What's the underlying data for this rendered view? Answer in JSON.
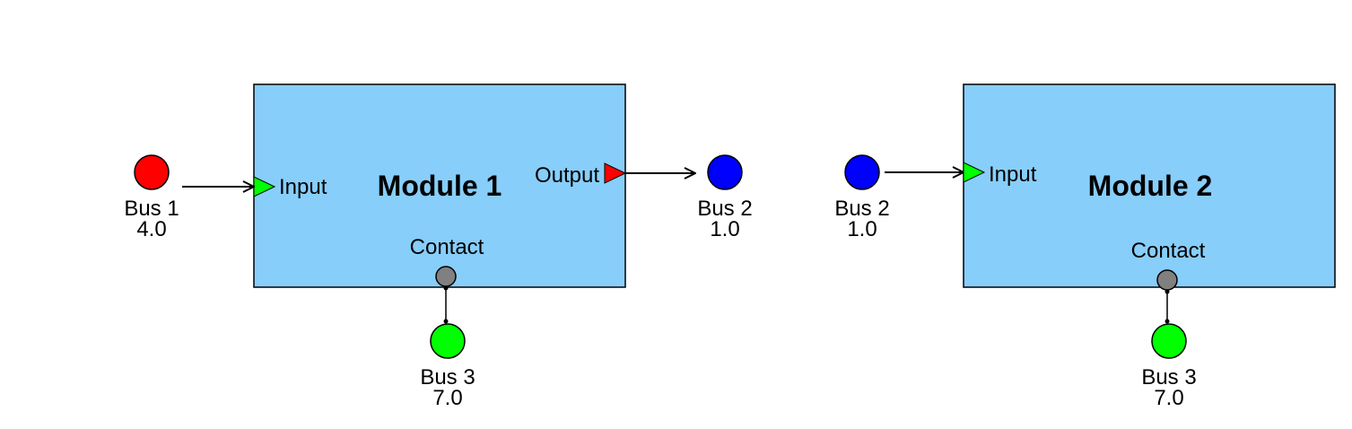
{
  "colors": {
    "module_fill": "#87cefa",
    "bus_red": "#ff0000",
    "bus_blue": "#0000ff",
    "bus_green": "#00ff00",
    "contact_gray": "#808080",
    "input_port": "#00ff00",
    "output_port": "#ff0000"
  },
  "modules": [
    {
      "title": "Module 1",
      "input_label": "Input",
      "output_label": "Output",
      "contact_label": "Contact"
    },
    {
      "title": "Module 2",
      "input_label": "Input",
      "contact_label": "Contact"
    }
  ],
  "buses": [
    {
      "name": "Bus 1",
      "value": "4.0",
      "color": "red"
    },
    {
      "name": "Bus 2",
      "value": "1.0",
      "color": "blue"
    },
    {
      "name": "Bus 3",
      "value": "7.0",
      "color": "green"
    },
    {
      "name": "Bus 2",
      "value": "1.0",
      "color": "blue"
    },
    {
      "name": "Bus 3",
      "value": "7.0",
      "color": "green"
    }
  ]
}
